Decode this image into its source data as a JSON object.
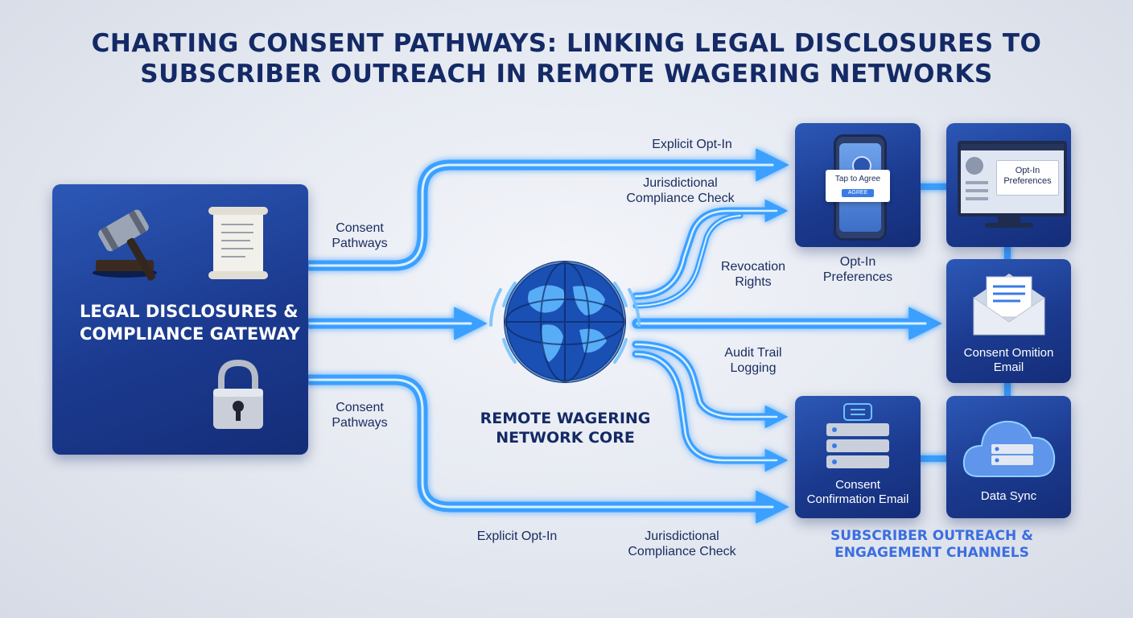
{
  "title": {
    "line1": "CHARTING CONSENT PATHWAYS: LINKING LEGAL DISCLOSURES TO",
    "line2": "SUBSCRIBER OUTREACH IN REMOTE WAGERING NETWORKS"
  },
  "gateway": {
    "label": "LEGAL DISCLOSURES & COMPLIANCE GATEWAY",
    "icons": [
      "gavel-icon",
      "scroll-icon",
      "padlock-icon"
    ]
  },
  "core": {
    "label": "REMOTE WAGERING NETWORK CORE",
    "icon": "globe-icon"
  },
  "flow_labels": {
    "top_explicit": "Explicit Opt-In",
    "top_jurisdictional": "Jurisdictional Compliance Check",
    "left_consent_top": "Consent Pathways",
    "left_consent_bottom": "Consent Pathways",
    "revocation": "Revocation Rights",
    "audit": "Audit Trail Logging",
    "bottom_explicit": "Explicit Opt-In",
    "bottom_jurisdictional": "Jurisdictional Compliance Check"
  },
  "channels": {
    "mobile": {
      "label": "Opt-In Preferences",
      "dialog_text": "Tap to Agree",
      "dialog_button": "AGREE"
    },
    "desktop": {
      "screen_text": "Opt-In Preferences"
    },
    "email": {
      "label": "Consent Omition Email"
    },
    "server": {
      "label": "Consent Confirmation Email"
    },
    "cloud": {
      "label": "Data Sync"
    }
  },
  "section_label": "SUBSCRIBER OUTREACH & ENGAGEMENT CHANNELS",
  "colors": {
    "title": "#142a66",
    "card": "#1b3a8f",
    "flow": "#3aa0ff",
    "flow_glow": "#8fd0ff",
    "section_label": "#3b6ee0"
  }
}
